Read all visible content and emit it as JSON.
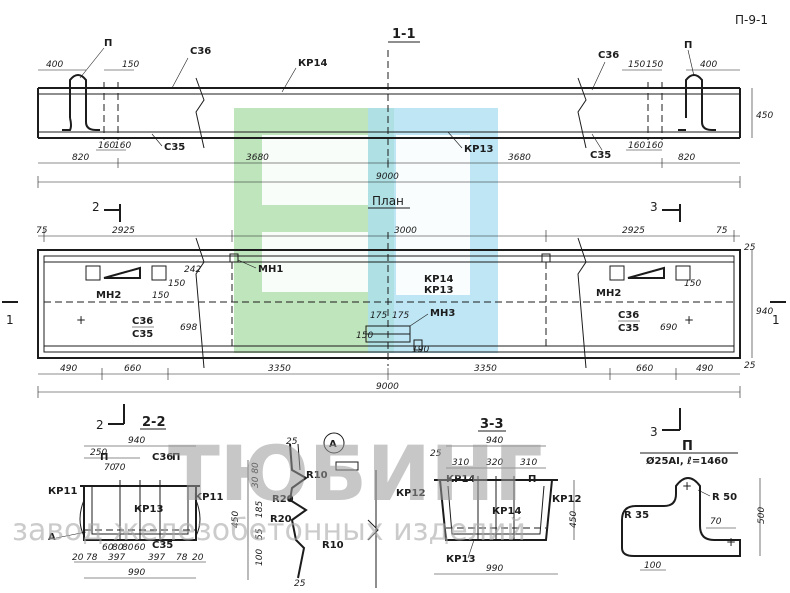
{
  "sheet_code": "П-9-1",
  "views": {
    "section_1_1": "1-1",
    "plan": "План",
    "section_2_2": "2-2",
    "section_3_3": "3-3",
    "detail_a": "А",
    "part_p": "П"
  },
  "section_markers": {
    "s2": "2",
    "s3": "3",
    "s1": "1"
  },
  "part_p_spec": "Ø25AI, ℓ=1460",
  "labels": {
    "p": "П",
    "c36": "С36",
    "c35": "С35",
    "kr14": "КР14",
    "kr13": "КР13",
    "mh1": "МН1",
    "mh2": "МН2",
    "mh3": "МН3",
    "kr11": "КР11",
    "kr12": "КР12",
    "a": "А",
    "c36c35": "С36",
    "c35b": "С35",
    "r10": "R10",
    "r20": "R20",
    "r50": "R 50",
    "r35": "R 35"
  },
  "dims_elevation": {
    "d400l": "400",
    "d150l": "150",
    "d160l1": "160",
    "d160l2": "160",
    "d820l": "820",
    "d3680l": "3680",
    "d3680r": "3680",
    "d820r": "820",
    "d9000": "9000",
    "d150r1": "150",
    "d150r2": "150",
    "d400r": "400",
    "d160r1": "160",
    "d160r2": "160",
    "d450": "450"
  },
  "dims_plan": {
    "d75l": "75",
    "d2925l": "2925",
    "d3000": "3000",
    "d2925r": "2925",
    "d75r": "75",
    "d25t": "25",
    "d940": "940",
    "d25b": "25",
    "d490l": "490",
    "d660l": "660",
    "d3350l": "3350",
    "d3350r": "3350",
    "d660r": "660",
    "d490r": "490",
    "d9000p": "9000",
    "d242": "242",
    "d150a": "150",
    "d150b": "150",
    "d698": "698",
    "d690": "690",
    "d175a": "175",
    "d175b": "175",
    "d150m": "150",
    "d190": "190",
    "d150m2": "150"
  },
  "dims_s22": {
    "d940": "940",
    "d250": "250",
    "d70a": "70",
    "d70b": "70",
    "d60a": "60",
    "d60b": "60",
    "d80a": "80",
    "d80b": "80",
    "d20a": "20",
    "d78a": "78",
    "d397a": "397",
    "d397b": "397",
    "d78b": "78",
    "d20b": "20",
    "d990": "990"
  },
  "dims_detail": {
    "d25": "25",
    "d3080": "30 80",
    "d185": "185",
    "d55": "55",
    "d100": "100",
    "d25b": "25",
    "d450": "450"
  },
  "dims_s33": {
    "d940": "940",
    "d25": "25",
    "d310a": "310",
    "d320": "320",
    "d310b": "310",
    "d450": "450",
    "d990": "990"
  },
  "dims_p": {
    "d500": "500",
    "d70": "70",
    "d100": "100"
  },
  "watermark": {
    "big": "ТЮБИНГ",
    "sub": "завод железобетонных изделий"
  },
  "colors": {
    "logo_green": "#a9dca6",
    "logo_blue": "#a8ddf2",
    "line": "#1c1c1c"
  }
}
